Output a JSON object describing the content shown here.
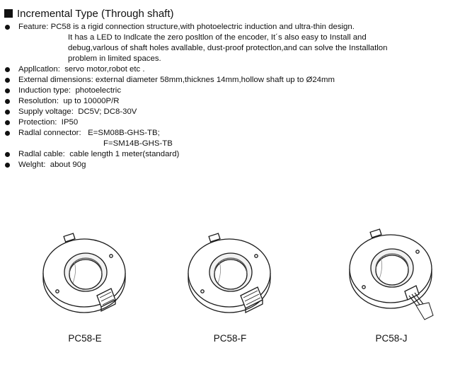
{
  "title": "Incremental Type (Through shaft)",
  "feature": {
    "label": "Feature:",
    "line1": "PC58 is a rigid connection structure,with photoelectric induction and ultra-thin design.",
    "line2": "It has a LED to Indlcate the zero posltlon of the encoder, It´s also easy to Install and",
    "line3": "debug,varlous of shaft holes avallable, dust-proof protectlon,and can solve the Installatlon",
    "line4": "problem in limited spaces."
  },
  "specs": [
    {
      "label": "Appllcatlon:",
      "value": "servo motor,robot etc ."
    },
    {
      "label": "External dimensions:",
      "value": "external diameter 58mm,thicknes 14mm,hollow shaft up to Ø24mm"
    },
    {
      "label": "Induction type:",
      "value": "photoelectric"
    },
    {
      "label": "Resolutlon:",
      "value": "up to 10000P/R"
    },
    {
      "label": "Supply voltage:",
      "value": "DC5V; DC8-30V"
    },
    {
      "label": "Protection:",
      "value": "IP50"
    }
  ],
  "radial_connector": {
    "label": "Radlal connector:",
    "value1": "E=SM08B-GHS-TB;",
    "value2": "F=SM14B-GHS-TB"
  },
  "radial_cable": {
    "label": "Radlal cable:",
    "value": "cable length 1 meter(standard)"
  },
  "weight": {
    "label": "Welght:",
    "value": "about 90g"
  },
  "products": [
    {
      "caption": "PC58-E",
      "image_icon": "encoder-ring-connector-icon"
    },
    {
      "caption": "PC58-F",
      "image_icon": "encoder-ring-connector-icon"
    },
    {
      "caption": "PC58-J",
      "image_icon": "encoder-ring-cable-icon"
    }
  ]
}
